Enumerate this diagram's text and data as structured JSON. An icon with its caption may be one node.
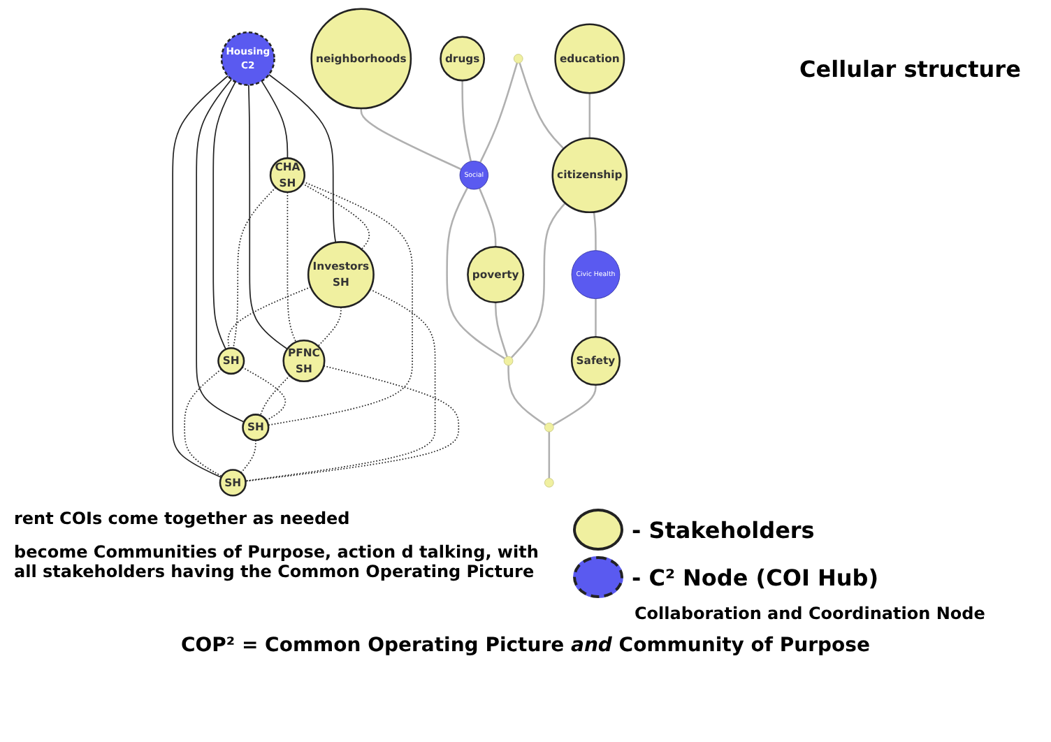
{
  "diagram": {
    "caption": "COP² = Common Operating Picture *and* Community of Purpose",
    "nodes": [
      {
        "text": [
          "Housing",
          "C2"
        ]
      },
      {
        "text": [
          "CHA",
          "SH"
        ]
      },
      {
        "text": [
          "Investors",
          "SH"
        ]
      },
      {
        "text": [
          "PFNC",
          "SH"
        ]
      },
      {
        "text": [
          "SH"
        ]
      },
      {
        "text": [
          "SH"
        ]
      },
      {
        "text": [
          "SH"
        ]
      },
      {
        "text": [
          "neighborhoods"
        ]
      },
      {
        "text": [
          "drugs"
        ]
      },
      {
        "text": [
          "Social"
        ]
      },
      {
        "text": [],
        "shape": "circle"
      },
      {
        "text": [
          "poverty"
        ]
      },
      {
        "text": [
          "education"
        ]
      },
      {
        "text": [
          "citizenship"
        ]
      },
      {
        "text": [],
        "shape": "circle"
      },
      {
        "text": [
          "Civic Health"
        ]
      },
      {
        "text": [],
        "shape": "circle"
      },
      {
        "text": [
          "Safety"
        ]
      },
      {
        "text": [],
        "shape": "circle"
      }
    ],
    "edges": [
      {
        "from": 0,
        "to": 1,
        "arrow": "none"
      },
      {
        "from": 0,
        "to": 2,
        "arrow": "none"
      },
      {
        "from": 0,
        "to": 3,
        "arrow": "none"
      },
      {
        "from": 0,
        "to": 4,
        "arrow": "none"
      },
      {
        "from": 0,
        "to": 5,
        "arrow": "none"
      },
      {
        "from": 0,
        "to": 6,
        "arrow": "none"
      },
      {
        "from": 1,
        "to": 2,
        "arrow": "none",
        "style": "dashed"
      },
      {
        "from": 1,
        "to": 3,
        "arrow": "none",
        "style": "dashed"
      },
      {
        "from": 2,
        "to": 4,
        "arrow": "none",
        "style": "dashed"
      },
      {
        "from": 3,
        "to": 5,
        "arrow": "none",
        "style": "dashed"
      },
      {
        "from": 4,
        "to": 6,
        "arrow": "none",
        "style": "dashed"
      },
      {
        "from": 5,
        "to": 6,
        "arrow": "none",
        "style": "dashed"
      },
      {
        "from": 2,
        "to": 3,
        "arrow": "none",
        "style": "dashed"
      },
      {
        "from": 4,
        "to": 5,
        "arrow": "none",
        "style": "dashed"
      },
      {
        "from": 1,
        "to": 4,
        "arrow": "none",
        "style": "dashed"
      },
      {
        "from": 1,
        "to": 5,
        "arrow": "none",
        "style": "dashed"
      },
      {
        "from": 2,
        "to": 6,
        "arrow": "none",
        "style": "dashed"
      },
      {
        "from": 3,
        "to": 6,
        "arrow": "none",
        "style": "dashed"
      },
      {
        "from": 7,
        "to": 9,
        "arrow": "none",
        "color": "#b0b0b0"
      },
      {
        "from": 8,
        "to": 9,
        "arrow": "none",
        "color": "#b0b0b0"
      },
      {
        "from": 10,
        "to": 9,
        "arrow": "none",
        "color": "#b0b0b0"
      },
      {
        "from": 9,
        "to": 11,
        "arrow": "none",
        "color": "#b0b0b0"
      },
      {
        "from": 9,
        "to": 14,
        "arrow": "none",
        "color": "#b0b0b0"
      },
      {
        "from": 11,
        "to": 14,
        "arrow": "none",
        "color": "#b0b0b0"
      },
      {
        "from": 10,
        "to": 13,
        "arrow": "none",
        "color": "#b0b0b0"
      },
      {
        "from": 12,
        "to": 13,
        "arrow": "none",
        "color": "#b0b0b0"
      },
      {
        "from": 13,
        "to": 14,
        "arrow": "none",
        "color": "#b0b0b0"
      },
      {
        "from": 13,
        "to": 15,
        "arrow": "none",
        "color": "#b0b0b0"
      },
      {
        "from": 14,
        "to": 16,
        "arrow": "none",
        "color": "#b0b0b0"
      },
      {
        "from": 15,
        "to": 17,
        "arrow": "none",
        "color": "#b0b0b0"
      },
      {
        "from": 17,
        "to": 16,
        "arrow": "none",
        "color": "#b0b0b0"
      },
      {
        "from": 16,
        "to": 18,
        "arrow": "none",
        "color": "#b0b0b0"
      }
    ],
    "labels": [
      "Cellular structure",
      "rent COIs come together as needed",
      "become Communities of Purpose, action d talking, with all stakeholders having the Common Operating Picture",
      "Collaboration and Coordination Node"
    ],
    "legend": [
      {
        "text": "- Stakeholders",
        "color": "#f0f0a0"
      },
      {
        "text": "- C² Node (COI Hub)",
        "color": "#5a5af0"
      }
    ]
  }
}
